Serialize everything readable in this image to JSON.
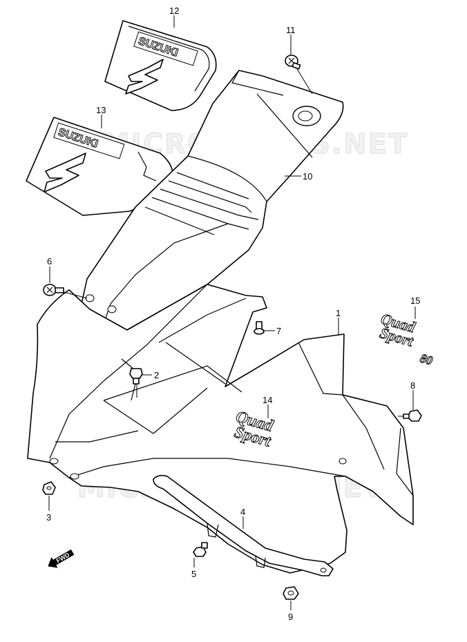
{
  "watermark": {
    "top": "MICROFICHES.NET",
    "bottom": "MICROFICHES.NET"
  },
  "logos": {
    "brand": "SUZUKI",
    "decal_line1": "Quad",
    "decal_line2": "Sport",
    "decal_line3": "80"
  },
  "direction_arrow": "FWD",
  "callouts": [
    {
      "id": "1",
      "label": "1"
    },
    {
      "id": "2",
      "label": "2"
    },
    {
      "id": "3",
      "label": "3"
    },
    {
      "id": "4",
      "label": "4"
    },
    {
      "id": "5",
      "label": "5"
    },
    {
      "id": "6",
      "label": "6"
    },
    {
      "id": "7",
      "label": "7"
    },
    {
      "id": "8",
      "label": "8"
    },
    {
      "id": "9",
      "label": "9"
    },
    {
      "id": "10",
      "label": "10"
    },
    {
      "id": "11",
      "label": "11"
    },
    {
      "id": "12",
      "label": "12"
    },
    {
      "id": "13",
      "label": "13"
    },
    {
      "id": "14",
      "label": "14"
    },
    {
      "id": "15",
      "label": "15"
    }
  ]
}
